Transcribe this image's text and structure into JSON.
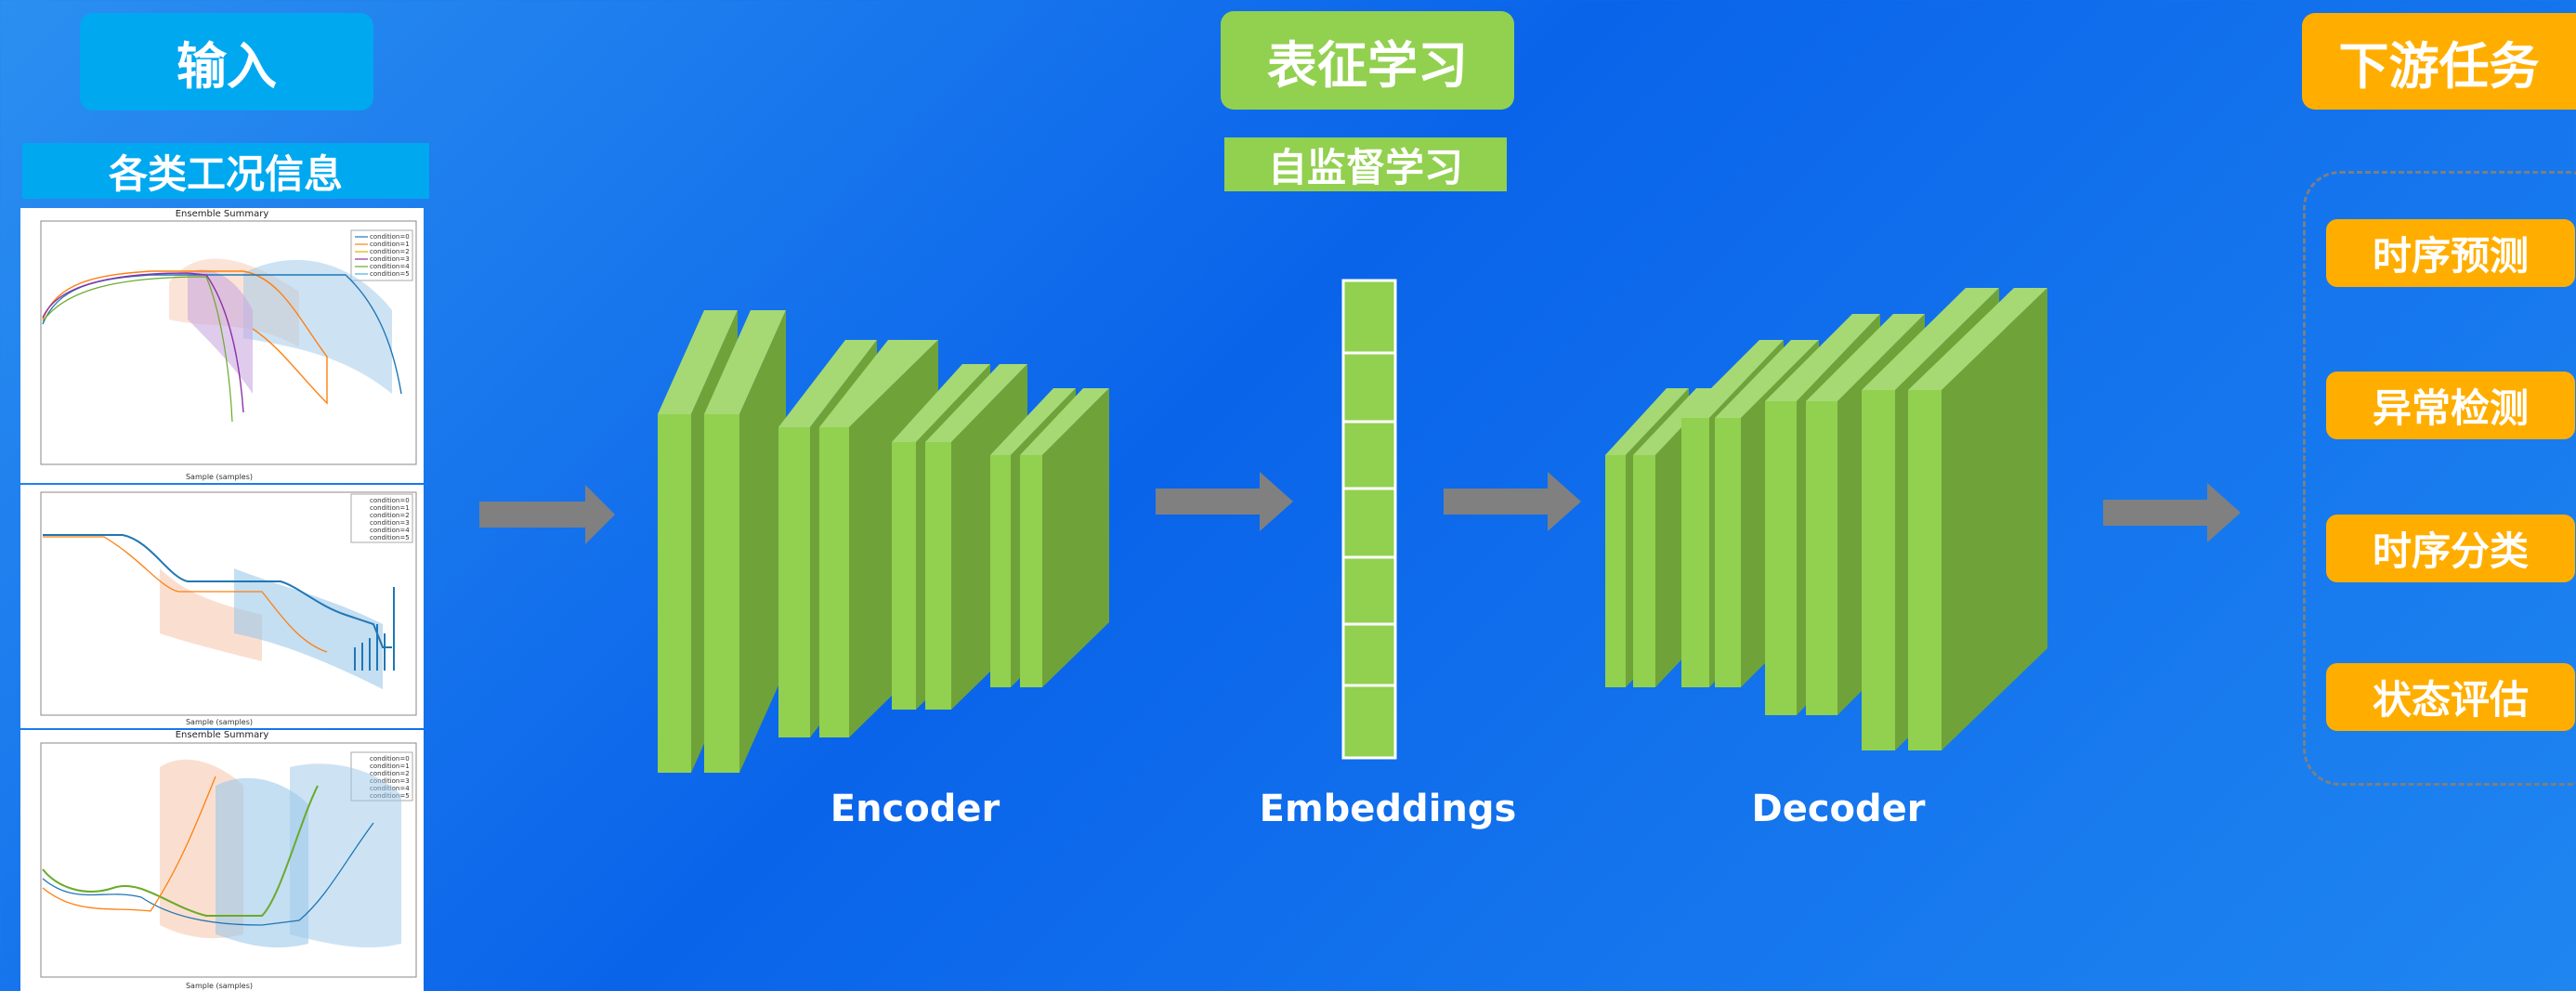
{
  "input": {
    "title": "输入",
    "subtitle": "各类工况信息"
  },
  "representation": {
    "title": "表征学习",
    "subtitle": "自监督学习"
  },
  "downstream": {
    "title": "下游任务",
    "tasks": [
      "时序预测",
      "异常检测",
      "时序分类",
      "状态评估"
    ]
  },
  "labels": {
    "encoder": "Encoder",
    "embeddings": "Embeddings",
    "decoder": "Decoder"
  },
  "plots": {
    "title": "Ensemble Summary",
    "xlabel": "Sample (samples)",
    "legend": [
      "condition=0",
      "condition=1",
      "condition=2",
      "condition=3",
      "condition=4",
      "condition=5"
    ]
  },
  "colors": {
    "blue_header": "#00a8f0",
    "green": "#92d050",
    "orange": "#ffae00",
    "arrow": "#808080"
  }
}
